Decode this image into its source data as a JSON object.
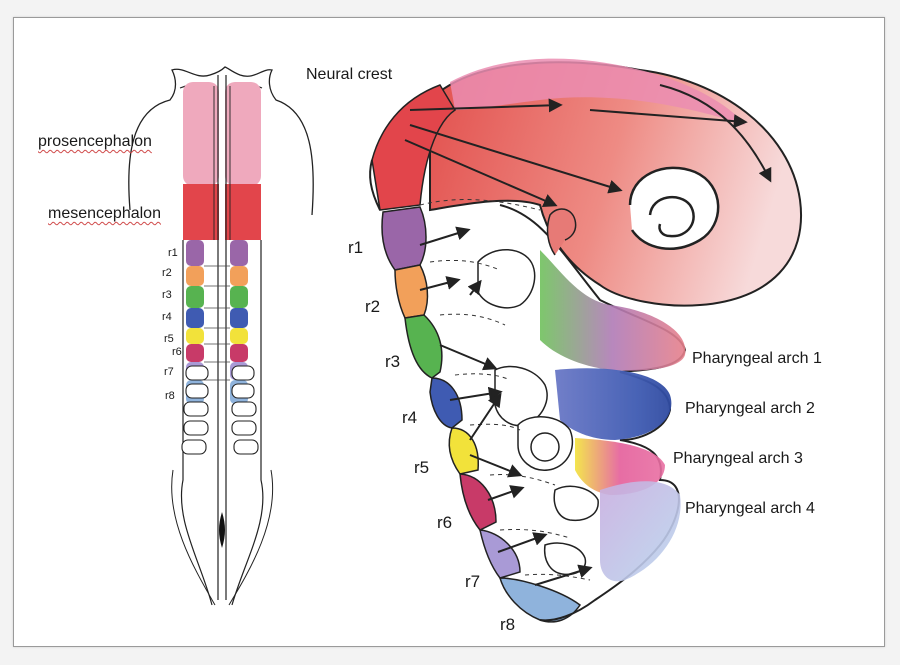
{
  "colors": {
    "prosencephalon": "#efa9bd",
    "mesencephalon": "#e2454b",
    "r1": "#9a66a8",
    "r2": "#f2a05a",
    "r3": "#57b350",
    "r4": "#3f5bb2",
    "r5": "#f2e23a",
    "r6": "#c83a68",
    "r7": "#a99ad6",
    "r8": "#8fb3dc"
  },
  "left_labels": {
    "prosencephalon": "prosencephalon",
    "mesencephalon": "mesencephalon",
    "r": [
      "r1",
      "r2",
      "r3",
      "r4",
      "r5",
      "r6",
      "r7",
      "r8"
    ]
  },
  "right_labels": {
    "neural_crest": "Neural crest",
    "r": [
      "r1",
      "r2",
      "r3",
      "r4",
      "r5",
      "r6",
      "r7",
      "r8"
    ],
    "arch1": "Pharyngeal arch 1",
    "arch2": "Pharyngeal arch 2",
    "arch3": "Pharyngeal arch 3",
    "arch4": "Pharyngeal arch 4"
  }
}
